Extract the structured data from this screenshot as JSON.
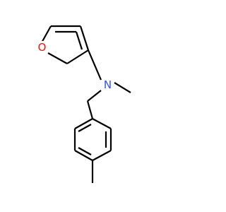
{
  "molecule": {
    "atoms": [
      {
        "id": "O1",
        "label": "O",
        "color": "#ff0d0d"
      },
      {
        "id": "N1",
        "label": "N",
        "color": "#3050f8"
      }
    ]
  },
  "colors": {
    "bond": "#000000",
    "background": "#ffffff",
    "oxygen": "#ff0d0d",
    "nitrogen": "#3050f8"
  }
}
